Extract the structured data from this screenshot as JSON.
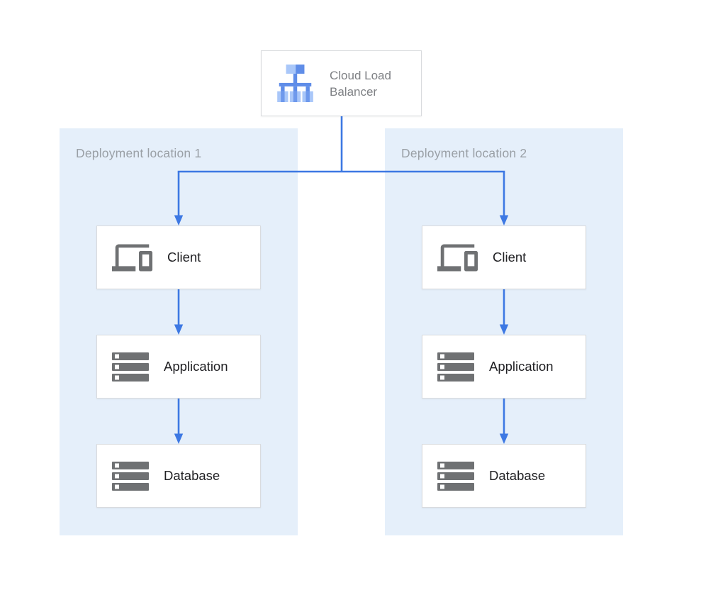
{
  "load_balancer": {
    "label": "Cloud Load Balancer",
    "icon": "cloud-load-balancer-icon"
  },
  "locations": [
    {
      "label": "Deployment location 1",
      "nodes": [
        {
          "label": "Client",
          "icon": "devices-icon"
        },
        {
          "label": "Application",
          "icon": "server-stack-icon"
        },
        {
          "label": "Database",
          "icon": "server-stack-icon"
        }
      ]
    },
    {
      "label": "Deployment location 2",
      "nodes": [
        {
          "label": "Client",
          "icon": "devices-icon"
        },
        {
          "label": "Application",
          "icon": "server-stack-icon"
        },
        {
          "label": "Database",
          "icon": "server-stack-icon"
        }
      ]
    }
  ],
  "colors": {
    "connector": "#3D78E3",
    "panel_bg": "#E5EFFA",
    "panel_label": "#9AA0A6",
    "box_border": "#D9DBDE",
    "node_text": "#212124",
    "lb_text": "#7E8084",
    "icon_gray": "#6F7173",
    "lb_light": "#A9C7F9",
    "lb_med": "#5F8DE8"
  }
}
